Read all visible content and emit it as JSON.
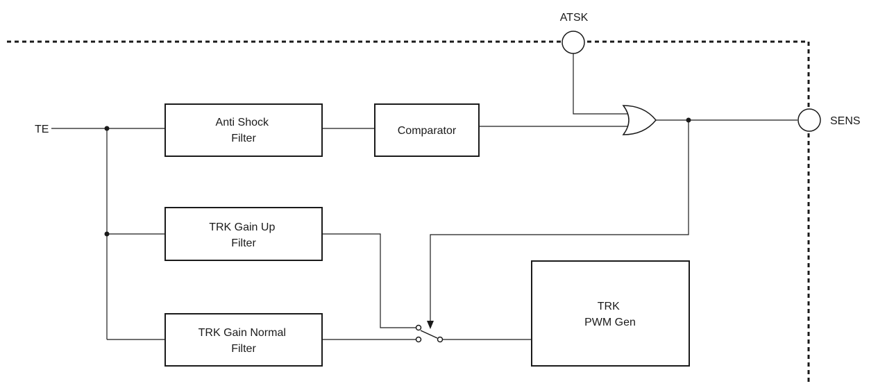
{
  "pins": {
    "te": "TE",
    "atsk": "ATSK",
    "sens": "SENS"
  },
  "blocks": {
    "anti_shock_filter": [
      "Anti Shock",
      "Filter"
    ],
    "comparator": "Comparator",
    "trk_gain_up_filter": [
      "TRK Gain Up",
      "Filter"
    ],
    "trk_gain_normal_filter": [
      "TRK Gain Normal",
      "Filter"
    ],
    "trk_pwm_gen": [
      "TRK",
      "PWM Gen"
    ]
  },
  "colors": {
    "line": "#1a1a1a",
    "background": "#ffffff"
  }
}
